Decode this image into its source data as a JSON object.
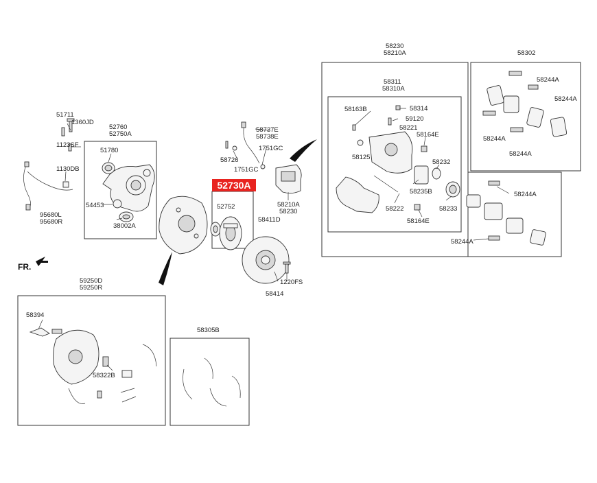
{
  "fr_label": "FR.",
  "highlight": {
    "text": "52730A",
    "color": "#e8231f"
  },
  "labels": {
    "l51711": "51711",
    "l1360jd": "1360JD",
    "l1123sf": "1123SF",
    "l1130db": "1130DB",
    "l95680l": "95680L",
    "l95680r": "95680R",
    "l52760": "52760",
    "l52750a": "52750A",
    "l51780": "51780",
    "l54453": "54453",
    "l38002a": "38002A",
    "l58737e": "58737E",
    "l58738e": "58738E",
    "l58726": "58726",
    "l1751gc_a": "1751GC",
    "l1751gc_b": "1751GC",
    "l58210a_m": "58210A",
    "l58230_m": "58230",
    "l58411d": "58411D",
    "l52752": "52752",
    "l1220fs": "1220FS",
    "l58414": "58414",
    "l58230_t": "58230",
    "l58210a_t": "58210A",
    "l58311": "58311",
    "l58310a": "58310A",
    "l58163b": "58163B",
    "l58314": "58314",
    "l59120": "59120",
    "l58221": "58221",
    "l58164e_a": "58164E",
    "l58125": "58125",
    "l58232": "58232",
    "l58235b": "58235B",
    "l58222": "58222",
    "l58233": "58233",
    "l58164e_b": "58164E",
    "l58302": "58302",
    "l58244a_1": "58244A",
    "l58244a_2": "58244A",
    "l58244a_3": "58244A",
    "l58244a_4": "58244A",
    "l58244a_5": "58244A",
    "l58244a_6": "58244A",
    "l59250d": "59250D",
    "l59250r": "59250R",
    "l58394": "58394",
    "l58322b": "58322B",
    "l58305b": "58305B"
  }
}
